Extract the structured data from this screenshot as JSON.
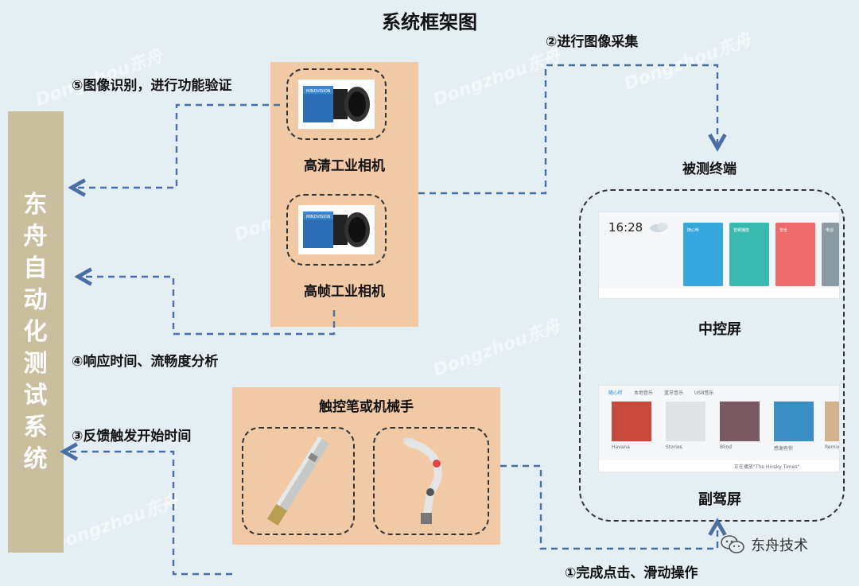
{
  "title": "系统框架图",
  "system": {
    "label_chars": [
      "东",
      "舟",
      "自",
      "动",
      "化",
      "测",
      "试",
      "系",
      "统"
    ]
  },
  "cameras": {
    "hd_label": "高清工业相机",
    "hf_label": "高帧工业相机",
    "device_brand": "MINDVISION"
  },
  "stylus_box": {
    "label": "触控笔或机械手"
  },
  "dut": {
    "label": "被测终端",
    "center_label": "中控屏",
    "passenger_label": "副驾屏",
    "center_screen": {
      "time": "16:28",
      "tiles": [
        "随心听",
        "音频播放",
        "安全",
        "电话"
      ]
    },
    "passenger_screen": {
      "tabs": [
        "随心听",
        "本地音乐",
        "蓝牙音乐",
        "USB音乐"
      ],
      "albums": [
        "Havana",
        "Stories",
        "Blind",
        "感谢有你",
        "Remix"
      ],
      "now_playing": "正在播放\"The Hinsky Times\""
    }
  },
  "steps": {
    "s1": "①完成点击、滑动操作",
    "s2": "②进行图像采集",
    "s3": "③反馈触发开始时间",
    "s4": "④响应时间、流畅度分析",
    "s5": "⑤图像识别，进行功能验证"
  },
  "brand": {
    "name": "东舟技术",
    "icon": "wechat-icon"
  },
  "watermark": "Dongzhou东舟",
  "colors": {
    "arrow": "#4a6fa5",
    "panel": "#f1c9a4",
    "bar": "#c9bf9f"
  }
}
